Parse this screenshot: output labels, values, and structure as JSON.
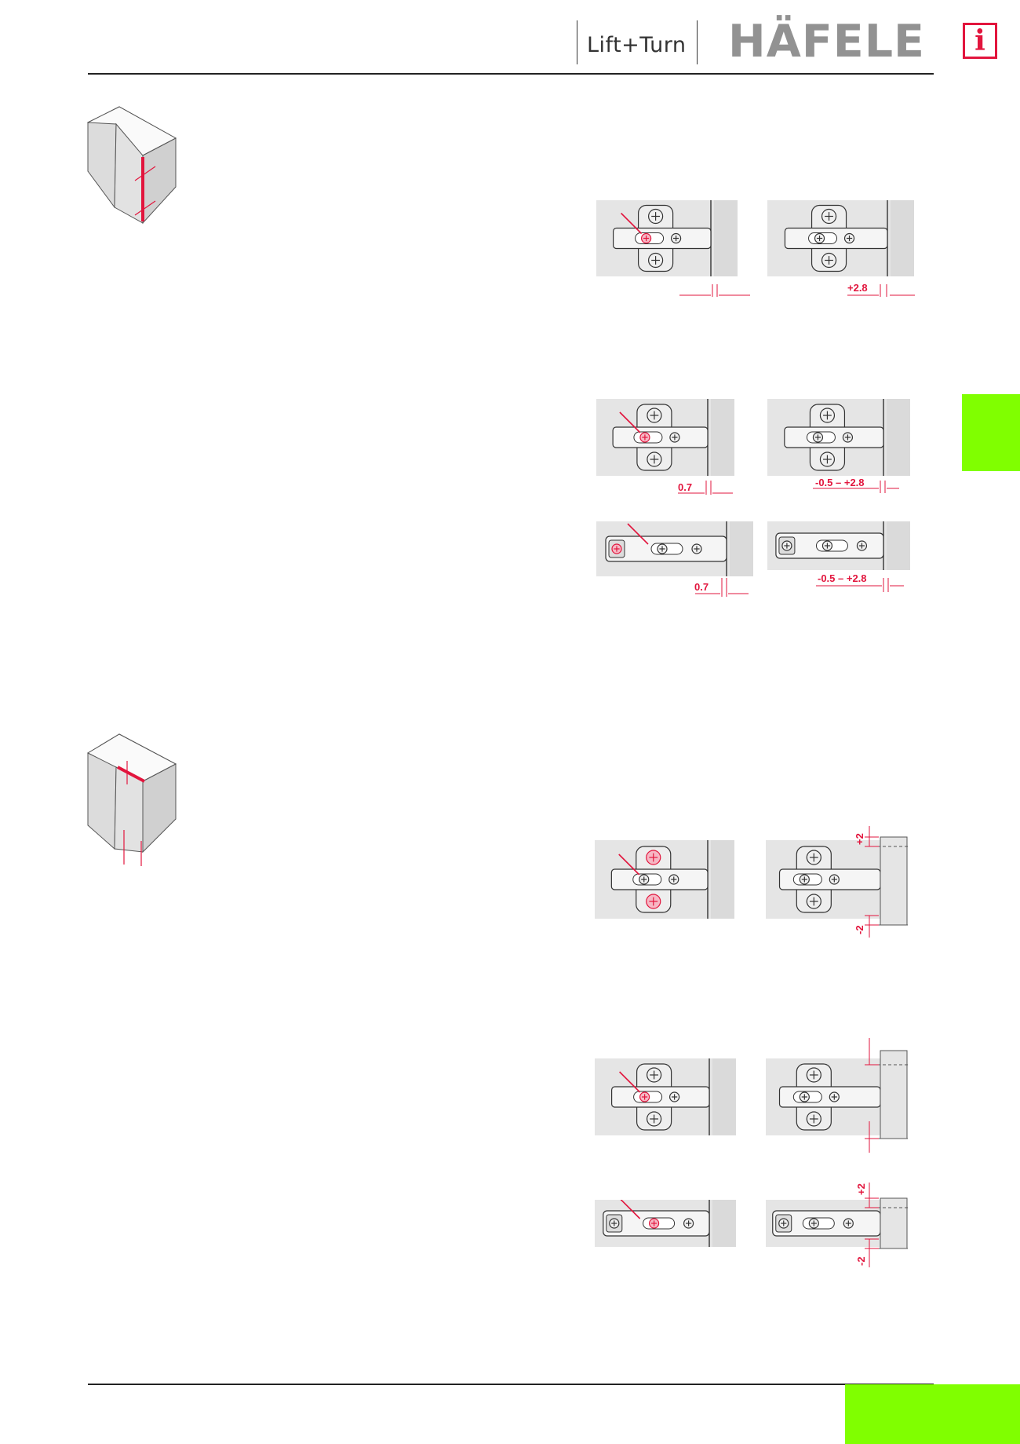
{
  "header": {
    "lift_turn_logo": "Lift+Turn",
    "brand_logo": "HÄFELE",
    "info_icon": "i"
  },
  "colors": {
    "accent_red": "#e2153d",
    "tab_green": "#80ff00",
    "panel_grey": "#e5e5e5",
    "logo_grey": "#929292"
  },
  "figures": {
    "depth_adjust": {
      "dim_after": "+2.8"
    },
    "side_adjust": {
      "row1_before": "0.7",
      "row1_after": "-0.5 – +2.8",
      "row2_before": "0.7",
      "row2_after": "-0.5 – +2.8"
    },
    "height_adjust": {
      "top_up": "+2",
      "top_down": "-2",
      "bottom_up": "+2",
      "bottom_down": "-2"
    }
  },
  "icons": [
    "cabinet-depth-icon",
    "cabinet-height-icon",
    "info-icon",
    "hinge-figure"
  ]
}
